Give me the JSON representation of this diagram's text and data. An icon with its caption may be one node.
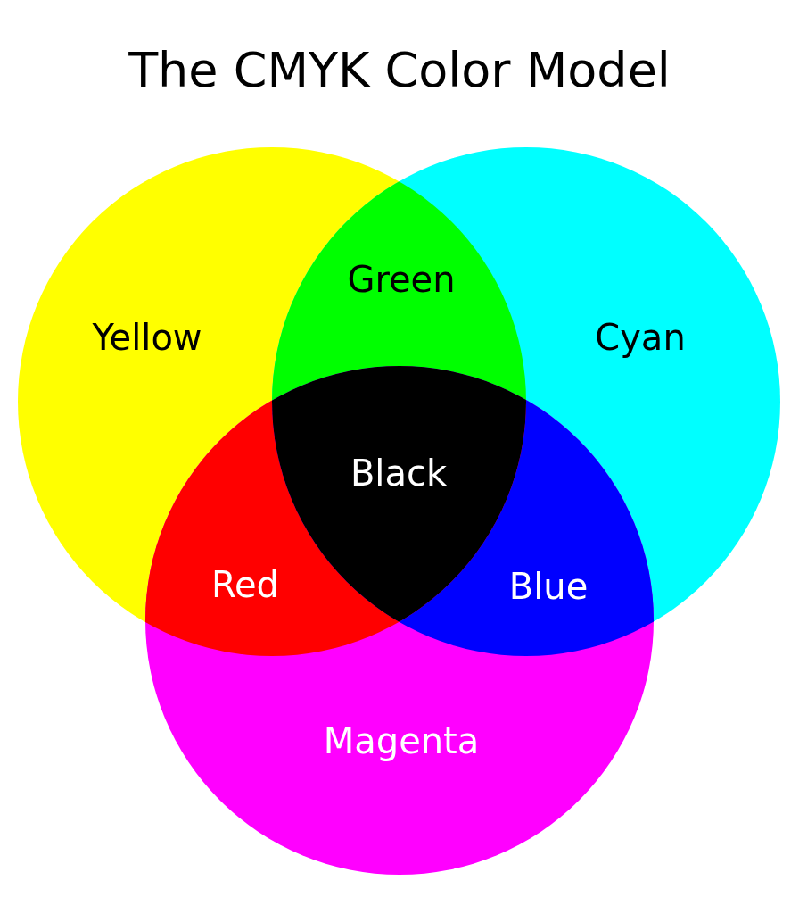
{
  "diagram": {
    "title": "The CMYK Color Model",
    "nodes": [
      {
        "text": [
          "Yellow"
        ]
      },
      {
        "text": [
          "Green"
        ]
      },
      {
        "text": [
          "Cyan"
        ]
      },
      {
        "text": [
          "Black"
        ]
      },
      {
        "text": [
          "Red"
        ]
      },
      {
        "text": [
          "Blue"
        ]
      },
      {
        "text": [
          "Magenta"
        ]
      }
    ],
    "edges": []
  }
}
